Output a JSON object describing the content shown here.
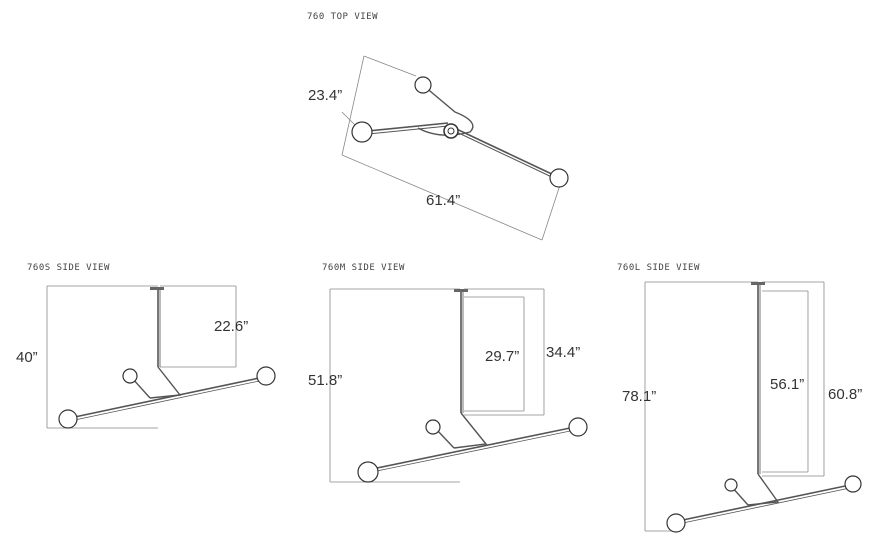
{
  "views": {
    "top": {
      "label": "760 TOP VIEW",
      "width_dim": "23.4”",
      "length_dim": "61.4”"
    },
    "small": {
      "label": "760S SIDE VIEW",
      "overall_height": "40”",
      "drop_height": "22.6”"
    },
    "medium": {
      "label": "760M SIDE VIEW",
      "overall_height": "51.8”",
      "drop_min": "29.7”",
      "drop_max": "34.4”"
    },
    "large": {
      "label": "760L SIDE VIEW",
      "overall_height": "78.1”",
      "drop_min": "56.1”",
      "drop_max": "60.8”"
    }
  }
}
